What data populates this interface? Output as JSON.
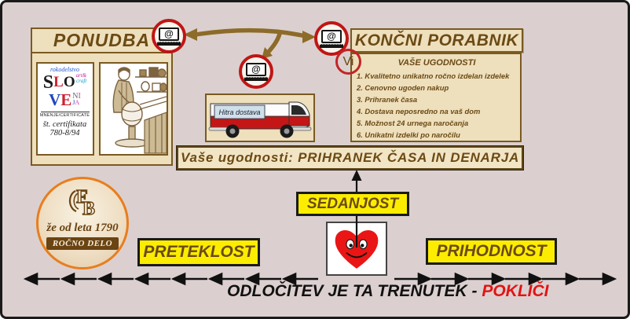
{
  "colors": {
    "background": "#dbd0cf",
    "panel_tan": "#eedfbd",
    "brand_brown": "#6b4a14",
    "border_brown": "#7a5a22",
    "accent_yellow": "#fced00",
    "ring_red": "#c01515",
    "alert_red": "#e31313",
    "logo_orange": "#e87e1e",
    "heart_red": "#ea1515",
    "arrow_brown": "#8d6b28"
  },
  "icons": {
    "email": "@"
  },
  "ponudba": {
    "title": "PONUDBA"
  },
  "certificate": {
    "top_word": "rokodelstvo",
    "art": "art&",
    "craft": "craft",
    "letters": {
      "s": "S",
      "l": "L",
      "o": "O",
      "v": "V",
      "e": "E",
      "n": "N",
      "i": "I",
      "j": "J",
      "a": "A"
    },
    "divider_label": "MNENJE/CERTIFICATE",
    "number_label": "št. certifikata",
    "number": "780-8/94"
  },
  "koncni": {
    "title": "KONČNI PORABNIK",
    "vi": "Vi"
  },
  "benefits": {
    "title": "VAŠE UGODNOSTI",
    "items": [
      "1. Kvalitetno unikatno ročno izdelan izdelek",
      "2. Cenovno ugoden nakup",
      "3. Prihranek časa",
      "4. Dostava neposredno na vaš dom",
      "5. Možnost 24 urnega naročanja",
      "6. Unikatni izdelki po naročilu"
    ]
  },
  "van": {
    "sign": "Hitra dostava"
  },
  "banner": {
    "text": "Vaše ugodnosti: PRIHRANEK ČASA IN DENARJA"
  },
  "logo": {
    "monogram_f": "F",
    "monogram_b": "B",
    "since": "že od leta 1790",
    "band": "ROČNO DELO"
  },
  "timeline": {
    "past": "PRETEKLOST",
    "present": "SEDANJOST",
    "future": "PRIHODNOST"
  },
  "footer": {
    "main": "ODLOČITEV JE TA TRENUTEK - ",
    "highlight": "POKLIČI"
  }
}
